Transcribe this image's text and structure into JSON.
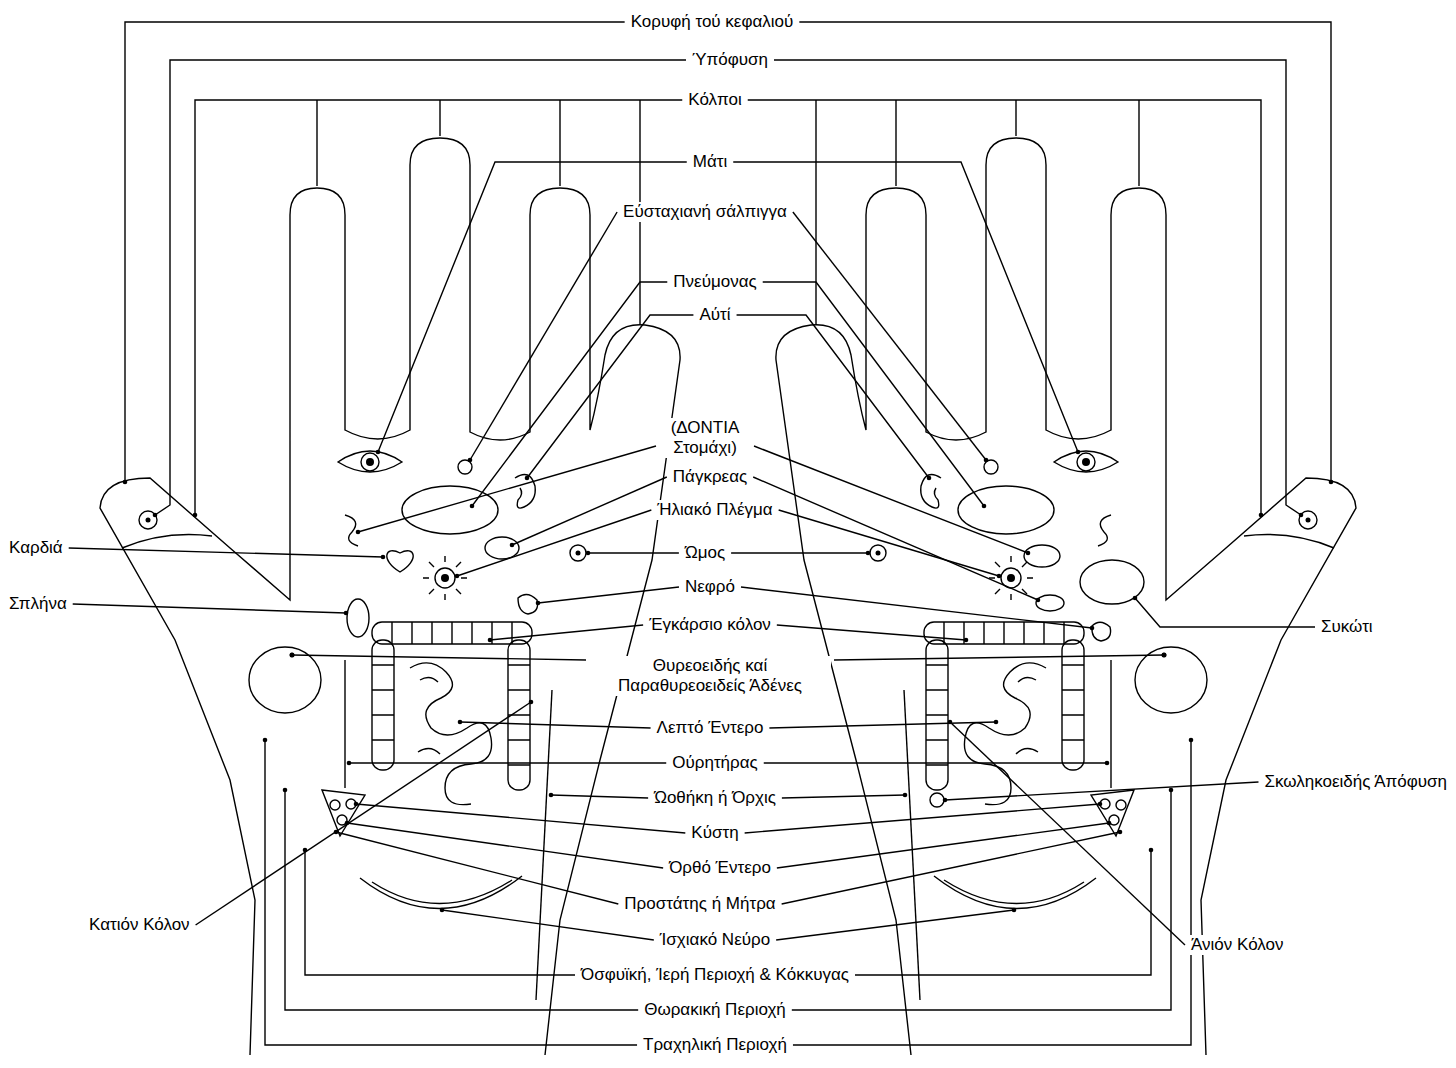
{
  "diagram": {
    "labels": [
      "Κορυφή τού κεφαλιού",
      "Ύπόφυση",
      "Κόλποι",
      "Μάτι",
      "Εύσταχιανή σάλπιγγα",
      "Πνεύμονας",
      "Αύτί",
      "(ΔΟΝΤΙΑ Στομάχι)",
      "Πάγκρεας",
      "Ήλιακό Πλέγμα",
      "Ώμος",
      "Νεφρό",
      "Έγκάρσιο κόλον",
      "Θυρεοειδής καί Παραθυρεοειδείς Άδένες",
      "Λεπτό Έντερο",
      "Ούρητήρας",
      "Ώοθήκη ή Όρχις",
      "Κύστη",
      "Όρθό Έντερο",
      "Προστάτης ή Μήτρα",
      "Ίσχιακό Νεύρο",
      "Όσφυϊκή, Ίερή Περιοχή & Κόκκυγας",
      "Θωρακική Περιοχή",
      "Τραχηλική Περιοχή",
      "Καρδιά",
      "Σπλήνα",
      "Κατιόν Κόλον",
      "Συκώτι",
      "Σκωληκοειδής Άπόφυση",
      "Άνιόν Κόλον"
    ]
  }
}
